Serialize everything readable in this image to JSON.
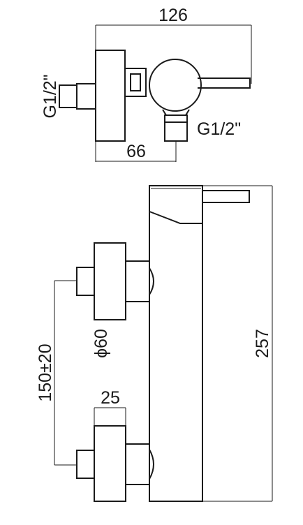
{
  "top_view": {
    "width_label": "126",
    "offset_label": "66",
    "inlet_thread_label": "G1/2\"",
    "outlet_thread_label": "G1/2\""
  },
  "front_view": {
    "height_label": "257",
    "centers_label": "150±20",
    "diameter_label": "ϕ60",
    "depth_label": "25"
  }
}
